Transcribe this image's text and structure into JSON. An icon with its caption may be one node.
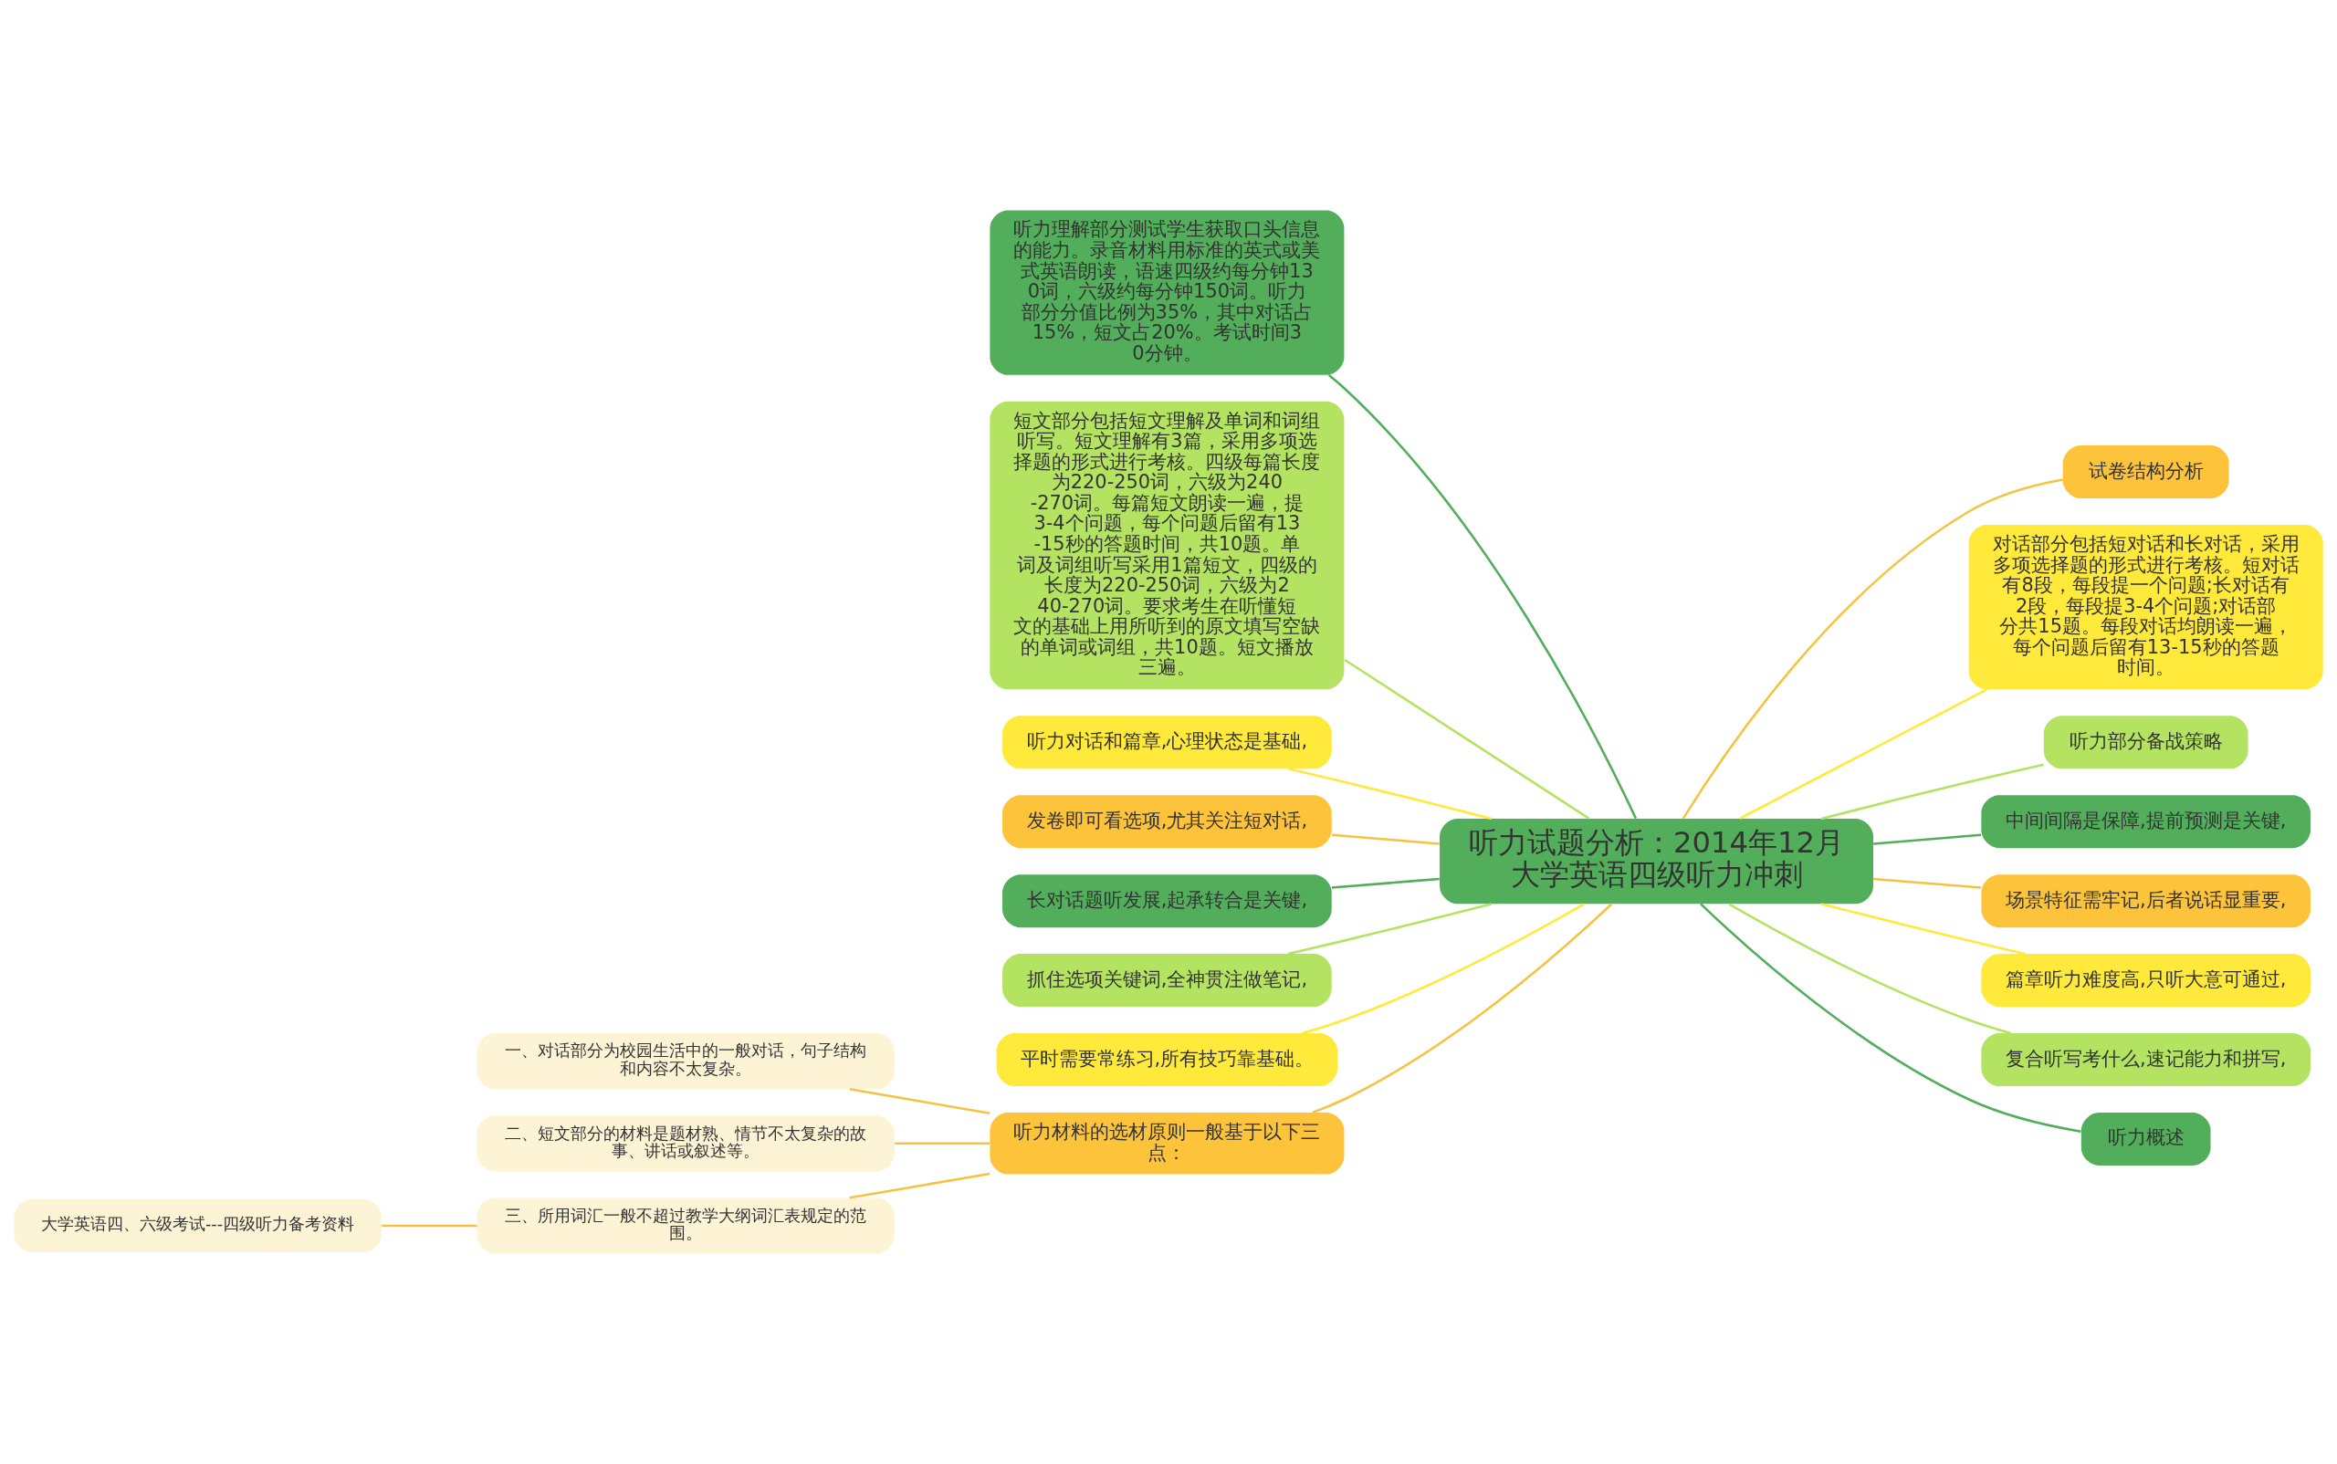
{
  "diagram": {
    "nodes": [
      {
        "text": [
          "听力试题分析：2014年12月大学英语四级听力冲刺"
        ]
      },
      {
        "text": [
          "听力理解部分测试学生获取口头信息的能力。录音材料用标准的英式或美式英语朗读，语速四级约每分钟130词，六级约每分钟150词。听力部分分值比例为35%，其中对话占15%，短文占20%。考试时间30分钟。"
        ]
      },
      {
        "text": [
          "短文部分包括短文理解及单词和词组听写。短文理解有3篇，采用多项选择题的形式进行考核。四级每篇长度为220-250词，六级为240-270词。每篇短文朗读一遍，提3-4个问题，每个问题后留有13-15秒的答题时间，共10题。单词及词组听写采用1篇短文，四级的长度为220-250词，六级为240-270词。要求考生在听懂短文的基础上用所听到的原文填写空缺的单词或词组，共10题。短文播放三遍。"
        ]
      },
      {
        "text": [
          "听力对话和篇章,心理状态是基础,"
        ]
      },
      {
        "text": [
          "发卷即可看选项,尤其关注短对话,"
        ]
      },
      {
        "text": [
          "长对话题听发展,起承转合是关键,"
        ]
      },
      {
        "text": [
          "抓住选项关键词,全神贯注做笔记,"
        ]
      },
      {
        "text": [
          "平时需要常练习,所有技巧靠基础。"
        ]
      },
      {
        "text": [
          "听力材料的选材原则一般基于以下三点："
        ]
      },
      {
        "text": [
          "一、对话部分为校园生活中的一般对话，句子结构和内容不太复杂。"
        ]
      },
      {
        "text": [
          "二、短文部分的材料是题材熟、情节不太复杂的故事、讲话或叙述等。"
        ]
      },
      {
        "text": [
          "三、所用词汇一般不超过教学大纲词汇表规定的范围。"
        ]
      },
      {
        "text": [
          "大学英语四、六级考试---四级听力备考资料"
        ]
      },
      {
        "text": [
          "试卷结构分析"
        ]
      },
      {
        "text": [
          "对话部分包括短对话和长对话，采用多项选择题的形式进行考核。短对话有8段，每段提一个问题;长对话有2段，每段提3-4个问题;对话部分共15题。每段对话均朗读一遍，每个问题后留有13-15秒的答题时间。"
        ]
      },
      {
        "text": [
          "听力部分备战策略"
        ]
      },
      {
        "text": [
          "中间间隔是保障,提前预测是关键,"
        ]
      },
      {
        "text": [
          "场景特征需牢记,后者说话显重要,"
        ]
      },
      {
        "text": [
          "篇章听力难度高,只听大意可通过,"
        ]
      },
      {
        "text": [
          "复合听写考什么,速记能力和拼写,"
        ]
      },
      {
        "text": [
          "听力概述"
        ]
      }
    ],
    "edges": [
      {
        "from": 0,
        "to": 1,
        "arrow": "none",
        "color": "#52ae5a"
      },
      {
        "from": 0,
        "to": 2,
        "arrow": "none",
        "color": "#b3e360"
      },
      {
        "from": 0,
        "to": 3,
        "arrow": "none",
        "color": "#ffe93a"
      },
      {
        "from": 0,
        "to": 4,
        "arrow": "none",
        "color": "#f5c342"
      },
      {
        "from": 0,
        "to": 5,
        "arrow": "none",
        "color": "#52ae5a"
      },
      {
        "from": 0,
        "to": 6,
        "arrow": "none",
        "color": "#b3e360"
      },
      {
        "from": 0,
        "to": 7,
        "arrow": "none",
        "color": "#ffe93a"
      },
      {
        "from": 0,
        "to": 8,
        "arrow": "none",
        "color": "#f5c342"
      },
      {
        "from": 8,
        "to": 9,
        "arrow": "none",
        "color": "#f5c342"
      },
      {
        "from": 8,
        "to": 10,
        "arrow": "none",
        "color": "#f5c342"
      },
      {
        "from": 8,
        "to": 11,
        "arrow": "none",
        "color": "#f5c342"
      },
      {
        "from": 11,
        "to": 12,
        "arrow": "none",
        "color": "#f5c342"
      },
      {
        "from": 0,
        "to": 13,
        "arrow": "none",
        "color": "#f5c342"
      },
      {
        "from": 0,
        "to": 14,
        "arrow": "none",
        "color": "#ffe93a"
      },
      {
        "from": 0,
        "to": 15,
        "arrow": "none",
        "color": "#b3e360"
      },
      {
        "from": 0,
        "to": 16,
        "arrow": "none",
        "color": "#52ae5a"
      },
      {
        "from": 0,
        "to": 17,
        "arrow": "none",
        "color": "#f5c342"
      },
      {
        "from": 0,
        "to": 18,
        "arrow": "none",
        "color": "#ffe93a"
      },
      {
        "from": 0,
        "to": 19,
        "arrow": "none",
        "color": "#b3e360"
      },
      {
        "from": 0,
        "to": 20,
        "arrow": "none",
        "color": "#52ae5a"
      }
    ]
  }
}
